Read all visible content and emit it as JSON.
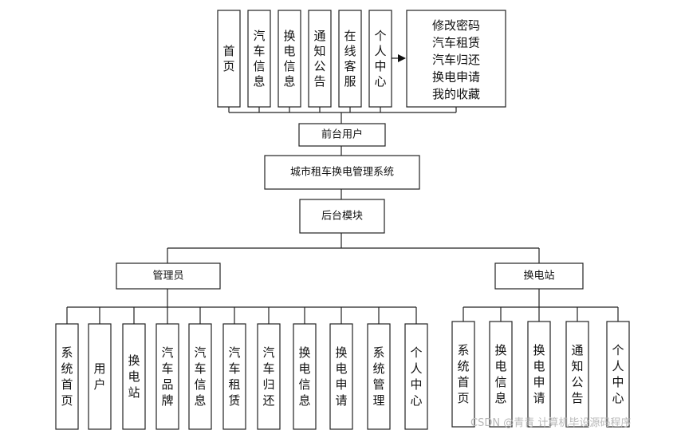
{
  "front": {
    "menu": [
      "首页",
      "汽车信息",
      "换电信息",
      "通知公告",
      "在线客服",
      "个人中心"
    ],
    "personal_submenu": [
      "修改密码",
      "汽车租赁",
      "汽车归还",
      "换电申请",
      "我的收藏"
    ],
    "user_label": "前台用户"
  },
  "system": {
    "title": "城市租车换电管理系统"
  },
  "back": {
    "label": "后台模块",
    "admin": {
      "label": "管理员",
      "items": [
        "系统首页",
        "用户",
        "换电站",
        "汽车品牌",
        "汽车信息",
        "汽车租赁",
        "汽车归还",
        "换电信息",
        "换电申请",
        "系统管理",
        "个人中心"
      ]
    },
    "station": {
      "label": "换电站",
      "items": [
        "系统首页",
        "换电信息",
        "换电申请",
        "通知公告",
        "个人中心"
      ]
    }
  },
  "watermark": "CSDN @青青 计算机毕设源码程序"
}
